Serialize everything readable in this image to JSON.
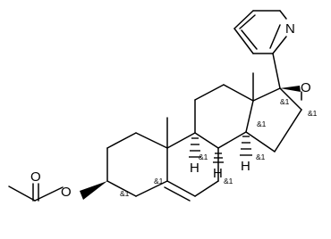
{
  "molecule": {
    "atom_labels": [
      {
        "id": "n-pyridine",
        "text": "N"
      },
      {
        "id": "o-epoxide",
        "text": "O"
      },
      {
        "id": "o-ester",
        "text": "O"
      },
      {
        "id": "o-carbonyl",
        "text": "O"
      },
      {
        "id": "h-c9",
        "text": "H"
      },
      {
        "id": "h-c8",
        "text": "H"
      },
      {
        "id": "h-c14",
        "text": "H"
      }
    ],
    "stereo_labels": [
      {
        "id": "c17",
        "text": "&1"
      },
      {
        "id": "c16",
        "text": "&1"
      },
      {
        "id": "c13",
        "text": "&1"
      },
      {
        "id": "c9",
        "text": "&1"
      },
      {
        "id": "c14",
        "text": "&1"
      },
      {
        "id": "c10",
        "text": "&1"
      },
      {
        "id": "c8",
        "text": "&1"
      },
      {
        "id": "c3",
        "text": "&1"
      }
    ]
  }
}
